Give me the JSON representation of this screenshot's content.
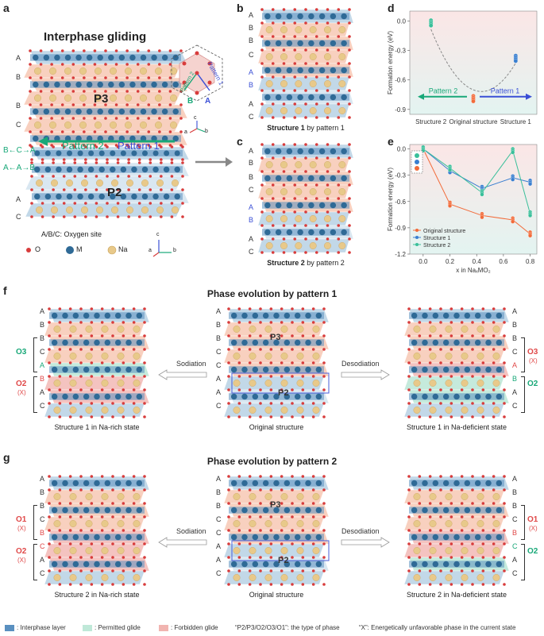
{
  "panel_letters": {
    "a": "a",
    "b": "b",
    "c": "c",
    "d": "d",
    "e": "e",
    "f": "f",
    "g": "g"
  },
  "panel_a": {
    "title": "Interphase gliding",
    "layers_top": [
      "A",
      "B",
      "B",
      "C"
    ],
    "layers_bottom": [
      "A",
      "C"
    ],
    "p3": "P3",
    "p2": "P2",
    "pattern2_line": "B←C→A",
    "pattern1_line": "A←A→B",
    "pattern2": "Pattern 2",
    "pattern1": "Pattern 1",
    "oxygen_site": "A/B/C: Oxygen site",
    "legend": {
      "o": "O",
      "m": "M",
      "na": "Na"
    },
    "hex_labels": {
      "b": "B",
      "a": "A",
      "p1": "Pattern 1",
      "p2": "Pattern 2"
    },
    "axes": {
      "a": "a",
      "b": "b",
      "c": "c"
    }
  },
  "panel_b": {
    "layers": [
      "A",
      "B",
      "B",
      "C",
      "A",
      "B",
      "A",
      "C"
    ],
    "caption_bold": "Structure 1",
    "caption_rest": " by pattern 1"
  },
  "panel_c": {
    "layers": [
      "A",
      "B",
      "B",
      "C",
      "A",
      "B",
      "A",
      "C"
    ],
    "caption_bold": "Structure 2",
    "caption_rest": " by pattern 2"
  },
  "panel_f": {
    "title": "Phase evolution by pattern 1",
    "left_layers": [
      "A",
      "B",
      "B",
      "C",
      "A",
      "B",
      "A",
      "C"
    ],
    "mid_layers": [
      "A",
      "B",
      "B",
      "C",
      "C",
      "A",
      "A",
      "C"
    ],
    "right_layers": [
      "A",
      "B",
      "B",
      "C",
      "A",
      "B",
      "A",
      "C"
    ],
    "left_phases": [
      {
        "name": "O3",
        "mark": ""
      },
      {
        "name": "O2",
        "mark": "(X)"
      }
    ],
    "right_phases": [
      {
        "name": "O3",
        "mark": "(X)"
      },
      {
        "name": "O2",
        "mark": ""
      }
    ],
    "p3": "P3",
    "p2": "P2",
    "sodiation": "Sodiation",
    "desodiation": "Desodiation",
    "left_caption": "Structure 1 in Na-rich state",
    "mid_caption": "Original structure",
    "right_caption": "Structure 1 in Na-deficient state"
  },
  "panel_g": {
    "title": "Phase evolution by pattern 2",
    "left_layers": [
      "A",
      "B",
      "B",
      "C",
      "B",
      "C",
      "A",
      "C"
    ],
    "mid_layers": [
      "A",
      "B",
      "B",
      "C",
      "C",
      "A",
      "A",
      "C"
    ],
    "right_layers": [
      "A",
      "B",
      "B",
      "C",
      "B",
      "C",
      "A",
      "C"
    ],
    "left_phases": [
      {
        "name": "O1",
        "mark": "(X)"
      },
      {
        "name": "O2",
        "mark": "(X)"
      }
    ],
    "right_phases": [
      {
        "name": "O1",
        "mark": "(X)"
      },
      {
        "name": "O2",
        "mark": ""
      }
    ],
    "p3": "P3",
    "p2": "P2",
    "sodiation": "Sodiation",
    "desodiation": "Desodiation",
    "left_caption": "Structure 2 in Na-rich state",
    "mid_caption": "Original structure",
    "right_caption": "Structure 2 in Na-deficient state"
  },
  "bottom_legend": {
    "interphase": ": Interphase layer",
    "permitted": ": Permitted glide",
    "forbidden": ": Forbidden glide",
    "phase_types": "“P2/P3/O2/O3/O1”: the type of phase",
    "x_note": "“X”: Energetically unfavorable phase in the current state"
  },
  "colors": {
    "orange_layer": "#f2a98a",
    "blue_layer": "#8fb8d6",
    "interphase": "#5a90c0",
    "permitted": "#bfe8d8",
    "forbidden": "#f1b4b0",
    "oxygen": "#d83c3c",
    "metal": "#2f6a96",
    "sodium": "#e8c98a",
    "orig": "#f26b3a",
    "s1": "#3a7fd0",
    "s2": "#3abf9a"
  },
  "chart_data": [
    {
      "type": "scatter",
      "panel": "d",
      "categories": [
        "Structure 2",
        "Original structure",
        "Structure 1"
      ],
      "ylabel": "Formation energy (eV)",
      "xlabel": "",
      "ylim": [
        -0.95,
        0.1
      ],
      "yticks": [
        "0.0",
        "-0.3",
        "-0.6",
        "-0.9"
      ],
      "series": [
        {
          "values": [
            -0.02,
            -0.79,
            -0.38
          ]
        }
      ],
      "annotations": [
        "Pattern 2",
        "Pattern 1"
      ]
    },
    {
      "type": "line",
      "panel": "e",
      "x": [
        0.0,
        0.2,
        0.44,
        0.67,
        0.8
      ],
      "xlabel": "x in NaₓMO₂",
      "ylabel": "Formation energy (eV)",
      "ylim": [
        -1.2,
        0.05
      ],
      "xlim": [
        -0.1,
        0.85
      ],
      "yticks": [
        "0.0",
        "-0.3",
        "-0.6",
        "-0.9",
        "-1.2"
      ],
      "xticks": [
        "0.0",
        "0.2",
        "0.4",
        "0.6",
        "0.8"
      ],
      "legend_position": "bottom-left",
      "series": [
        {
          "name": "Original structure",
          "values": [
            0.0,
            -0.63,
            -0.76,
            -0.81,
            -0.97
          ]
        },
        {
          "name": "Structure 1",
          "values": [
            0.0,
            -0.25,
            -0.45,
            -0.33,
            -0.38
          ]
        },
        {
          "name": "Structure 2",
          "values": [
            0.0,
            -0.22,
            -0.5,
            -0.02,
            -0.74
          ]
        }
      ]
    }
  ]
}
